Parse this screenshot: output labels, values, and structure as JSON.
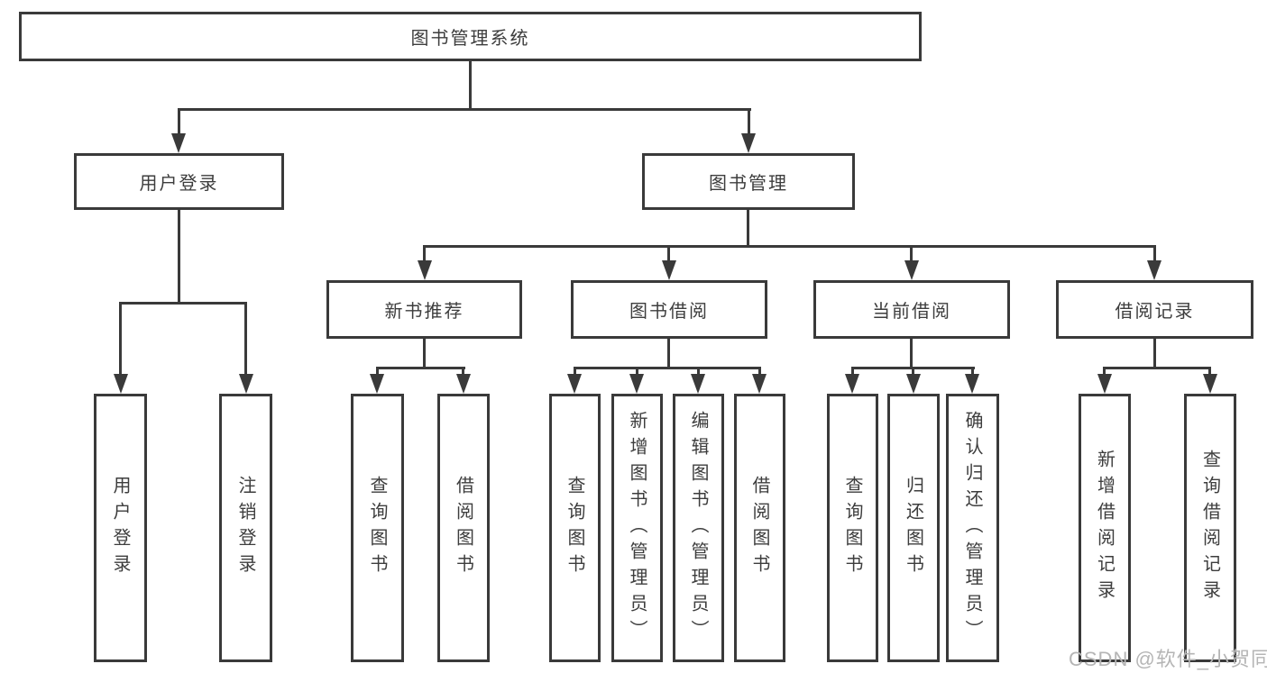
{
  "diagram": {
    "title": "图书管理系统",
    "root": {
      "label": "图书管理系统"
    },
    "level2": [
      {
        "label": "用户登录"
      },
      {
        "label": "图书管理"
      }
    ],
    "level3": [
      {
        "label": "新书推荐"
      },
      {
        "label": "图书借阅"
      },
      {
        "label": "当前借阅"
      },
      {
        "label": "借阅记录"
      }
    ],
    "leaves": {
      "user": [
        {
          "label": "用户登录"
        },
        {
          "label": "注销登录"
        }
      ],
      "recommend": [
        {
          "label": "查询图书"
        },
        {
          "label": "借阅图书"
        }
      ],
      "borrow": [
        {
          "label": "查询图书"
        },
        {
          "label": "新增图书（管理员）"
        },
        {
          "label": "编辑图书（管理员）"
        },
        {
          "label": "借阅图书"
        }
      ],
      "current": [
        {
          "label": "查询图书"
        },
        {
          "label": "归还图书"
        },
        {
          "label": "确认归还（管理员）"
        }
      ],
      "records": [
        {
          "label": "新增借阅记录"
        },
        {
          "label": "查询借阅记录"
        }
      ]
    },
    "watermark": "CSDN @软件_小贺同学",
    "colors": {
      "line": "#3a3a3a",
      "text": "#3d3d3d",
      "watermark": "#b5b5b5",
      "background": "#ffffff"
    }
  }
}
